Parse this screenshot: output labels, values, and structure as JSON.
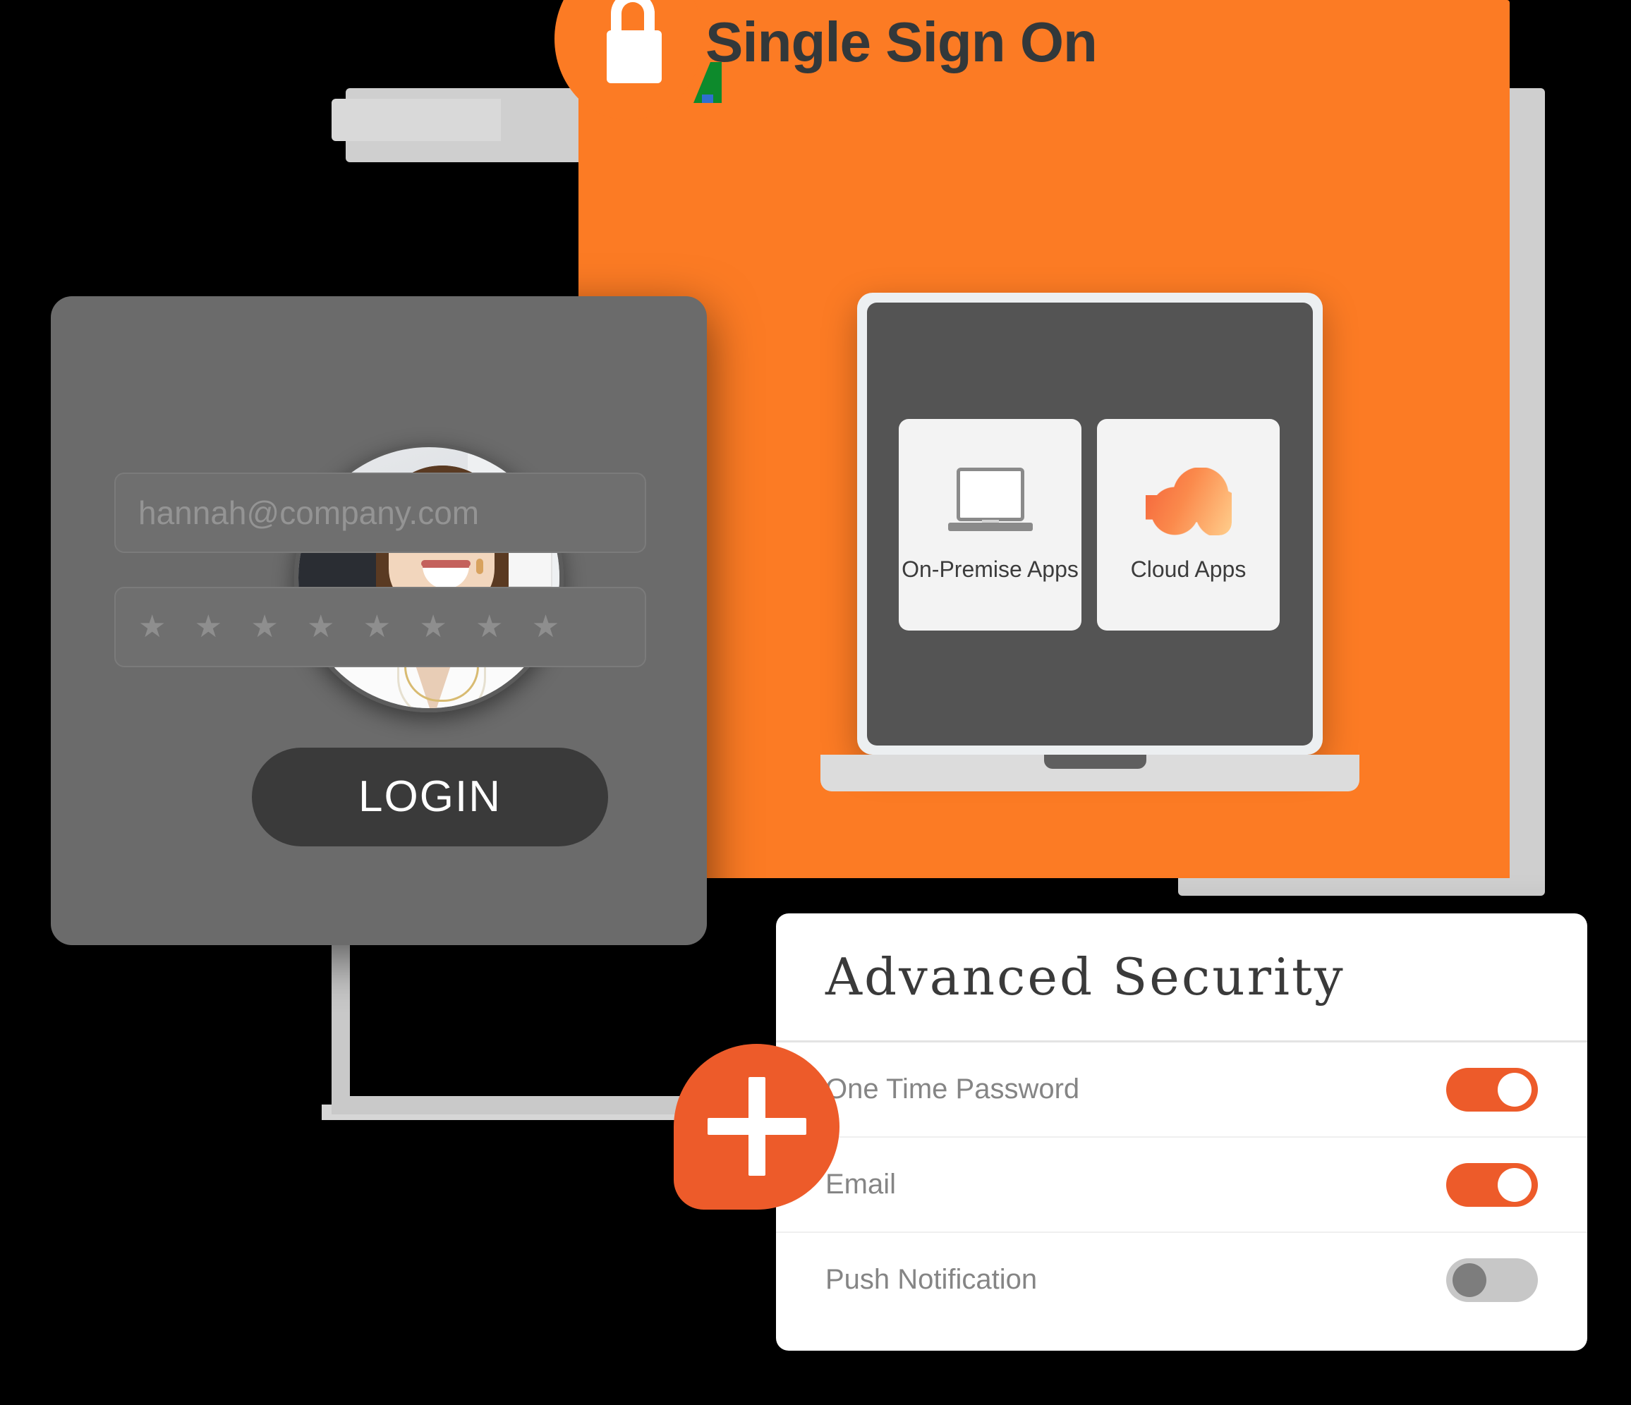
{
  "hero": {
    "title": "Single Sign On",
    "lock_icon": "unlocked-padlock-icon",
    "accent_flag_icon": "flag-accent-icon"
  },
  "login_card": {
    "avatar_alt": "Smiling woman in white shirt",
    "email": {
      "placeholder": "hannah@company.com",
      "value": ""
    },
    "password": {
      "masked_value": "★ ★ ★ ★ ★ ★ ★ ★",
      "star_count": 8
    },
    "login_label": "LOGIN"
  },
  "laptop": {
    "tiles": [
      {
        "label": "On-Premise Apps",
        "icon": "laptop-icon"
      },
      {
        "label": "Cloud Apps",
        "icon": "cloud-icon"
      }
    ]
  },
  "security_card": {
    "title": "Advanced  Security",
    "rows": [
      {
        "label": "One Time Password",
        "state": "on"
      },
      {
        "label": "Email",
        "state": "on"
      },
      {
        "label": "Push Notification",
        "state": "off"
      }
    ]
  },
  "badge": {
    "icon": "plus-icon"
  },
  "colors": {
    "orange_panel": "#FC7B24",
    "accent_orange": "#ED5B2A",
    "toggle_on": "#ED5B2A",
    "toggle_off": "#c7c7c7",
    "card_dark": "#6b6b6b",
    "button_dark": "#3a3a3a",
    "laptop_screen": "#545454",
    "panel_gray": "#cfcfcf"
  }
}
